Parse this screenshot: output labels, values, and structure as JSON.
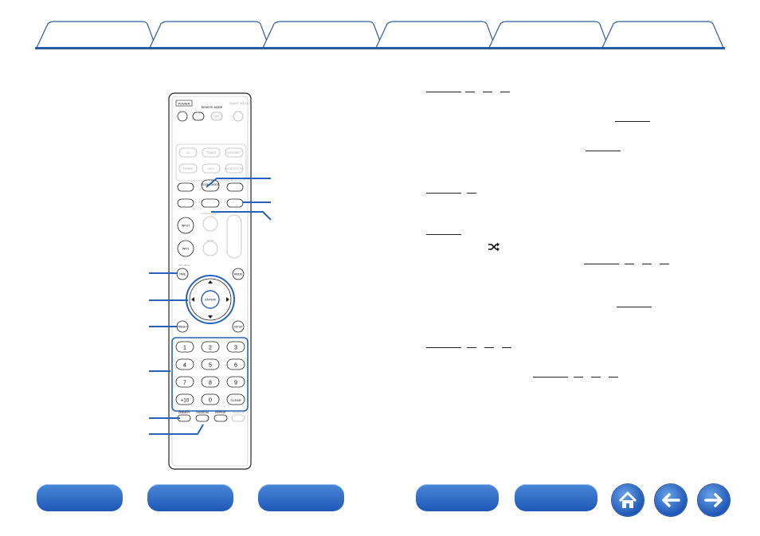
{
  "nav_tabs": [
    "",
    "",
    "",
    "",
    "",
    ""
  ],
  "remote": {
    "top_labels": [
      "POWER",
      "REMOTE MODE",
      "SMART SELECT"
    ],
    "mode_buttons": [
      "",
      "",
      "NET",
      ""
    ],
    "source_buttons": [
      "CD",
      "TUNER",
      "INTERNET",
      "PHONO",
      "AUX",
      "BLUETOOTH"
    ],
    "sound_mode": "SOUND MODE",
    "input": "INPUT",
    "info": "INFO",
    "source_direct": "SOURCE DIRECT",
    "mute": "MUTE",
    "volume": "VOLUME",
    "top_menu": "TOP MENU",
    "time": "TIME",
    "mode": "MODE",
    "enter": "ENTER",
    "preset": "PRESET",
    "setup": "SETUP",
    "digits": [
      "1",
      "2",
      "3",
      "4",
      "5",
      "6",
      "7",
      "8",
      "9",
      "+10",
      "0"
    ],
    "clear": "CLEAR",
    "dimmer": "DIMMER",
    "random": "RANDOM",
    "repeat": "REPEAT",
    "search": "SEARCH"
  },
  "bottom_nav": [
    "",
    "",
    "",
    "",
    ""
  ],
  "icons": [
    "home-icon",
    "back-arrow-icon",
    "forward-arrow-icon",
    "shuffle-icon"
  ],
  "colors": {
    "accent": "#2b5d9e",
    "button": "#1f57b8",
    "callout": "#2a62b8"
  }
}
